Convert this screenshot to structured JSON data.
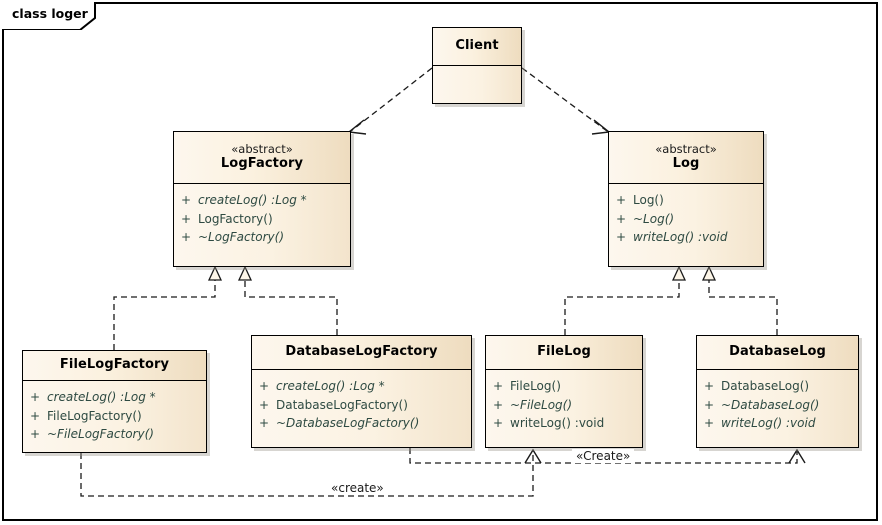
{
  "diagram": {
    "kind": "uml-class-diagram",
    "frame_label": "class loger",
    "colors": {
      "box_fill": "#fdf4e6",
      "header_gradient_start": "#fdf7ee",
      "header_gradient_end": "#eedcbf",
      "border": "#000000",
      "member_text": "#2e4a42",
      "line": "#1a1a1a",
      "canvas": "#ffffff"
    }
  },
  "classes": {
    "client": {
      "name": "Client",
      "stereotype": "",
      "members": []
    },
    "log_factory": {
      "name": "LogFactory",
      "stereotype": "«abstract»",
      "members": [
        {
          "visibility": "+",
          "signature": "createLog()  :Log *",
          "italic": true
        },
        {
          "visibility": "+",
          "signature": "LogFactory()",
          "italic": false
        },
        {
          "visibility": "+",
          "signature": "~LogFactory()",
          "italic": true
        }
      ]
    },
    "log": {
      "name": "Log",
      "stereotype": "«abstract»",
      "members": [
        {
          "visibility": "+",
          "signature": "Log()",
          "italic": false
        },
        {
          "visibility": "+",
          "signature": "~Log()",
          "italic": true
        },
        {
          "visibility": "+",
          "signature": "writeLog()  :void",
          "italic": true
        }
      ]
    },
    "file_log_factory": {
      "name": "FileLogFactory",
      "stereotype": "",
      "members": [
        {
          "visibility": "+",
          "signature": "createLog()  :Log *",
          "italic": true
        },
        {
          "visibility": "+",
          "signature": "FileLogFactory()",
          "italic": false
        },
        {
          "visibility": "+",
          "signature": "~FileLogFactory()",
          "italic": true
        }
      ]
    },
    "database_log_factory": {
      "name": "DatabaseLogFactory",
      "stereotype": "",
      "members": [
        {
          "visibility": "+",
          "signature": "createLog()  :Log *",
          "italic": true
        },
        {
          "visibility": "+",
          "signature": "DatabaseLogFactory()",
          "italic": false
        },
        {
          "visibility": "+",
          "signature": "~DatabaseLogFactory()",
          "italic": true
        }
      ]
    },
    "file_log": {
      "name": "FileLog",
      "stereotype": "",
      "members": [
        {
          "visibility": "+",
          "signature": "FileLog()",
          "italic": false
        },
        {
          "visibility": "+",
          "signature": "~FileLog()",
          "italic": true
        },
        {
          "visibility": "+",
          "signature": "writeLog()  :void",
          "italic": false
        }
      ]
    },
    "database_log": {
      "name": "DatabaseLog",
      "stereotype": "",
      "members": [
        {
          "visibility": "+",
          "signature": "DatabaseLog()",
          "italic": false
        },
        {
          "visibility": "+",
          "signature": "~DatabaseLog()",
          "italic": true
        },
        {
          "visibility": "+",
          "signature": "writeLog()  :void",
          "italic": true
        }
      ]
    }
  },
  "relationships": {
    "client_uses_log_factory": {
      "type": "dependency",
      "from": "Client",
      "to": "LogFactory",
      "label": ""
    },
    "client_uses_log": {
      "type": "dependency",
      "from": "Client",
      "to": "Log",
      "label": ""
    },
    "flf_realizes_lf": {
      "type": "realization",
      "from": "FileLogFactory",
      "to": "LogFactory",
      "label": ""
    },
    "dlf_realizes_lf": {
      "type": "realization",
      "from": "DatabaseLogFactory",
      "to": "LogFactory",
      "label": ""
    },
    "fl_realizes_log": {
      "type": "realization",
      "from": "FileLog",
      "to": "Log",
      "label": ""
    },
    "dl_realizes_log": {
      "type": "realization",
      "from": "DatabaseLog",
      "to": "Log",
      "label": ""
    },
    "flf_creates_fl": {
      "type": "dependency",
      "from": "FileLogFactory",
      "to": "FileLog",
      "label": "«create»"
    },
    "dlf_creates_dl": {
      "type": "dependency",
      "from": "DatabaseLogFactory",
      "to": "DatabaseLog",
      "label": "«Create»"
    }
  }
}
